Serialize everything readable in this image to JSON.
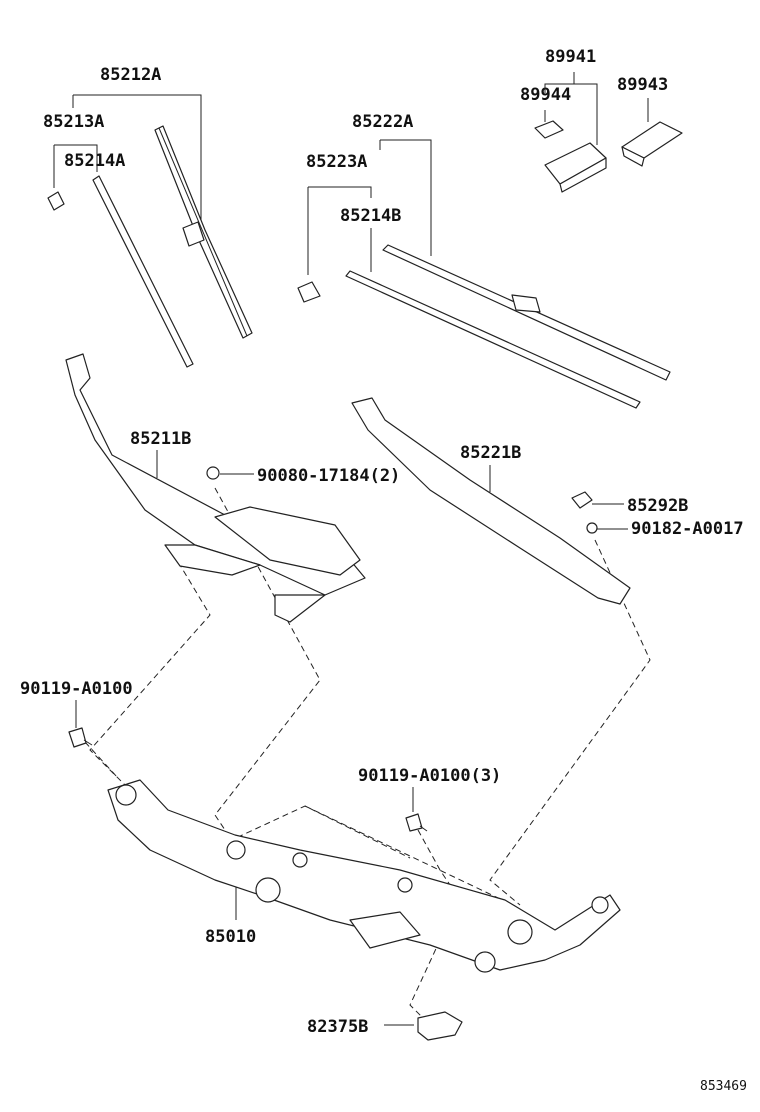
{
  "diagram_code": "853469",
  "parts": [
    {
      "id": "p85212A",
      "label": "85212A"
    },
    {
      "id": "p85213A",
      "label": "85213A"
    },
    {
      "id": "p85214A",
      "label": "85214A"
    },
    {
      "id": "p85222A",
      "label": "85222A"
    },
    {
      "id": "p85223A",
      "label": "85223A"
    },
    {
      "id": "p85214B",
      "label": "85214B"
    },
    {
      "id": "p89941",
      "label": "89941"
    },
    {
      "id": "p89944",
      "label": "89944"
    },
    {
      "id": "p89943",
      "label": "89943"
    },
    {
      "id": "p85211B",
      "label": "85211B"
    },
    {
      "id": "p90080",
      "label": "90080-17184(2)"
    },
    {
      "id": "p85221B",
      "label": "85221B"
    },
    {
      "id": "p85292B",
      "label": "85292B"
    },
    {
      "id": "p90182",
      "label": "90182-A0017"
    },
    {
      "id": "p90119a",
      "label": "90119-A0100"
    },
    {
      "id": "p90119b",
      "label": "90119-A0100(3)"
    },
    {
      "id": "p85010",
      "label": "85010"
    },
    {
      "id": "p82375B",
      "label": "82375B"
    }
  ]
}
